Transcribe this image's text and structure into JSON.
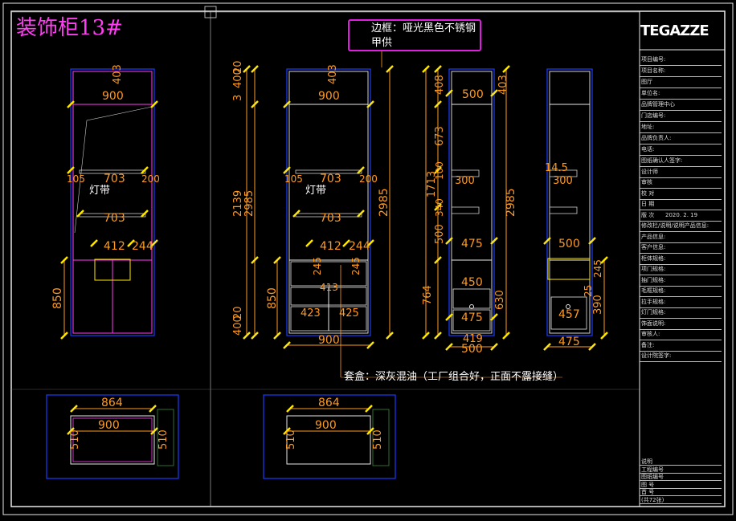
{
  "drawing": {
    "title": "装饰柜13#",
    "light_strip": "灯带",
    "frame_note_line1": "边框：哑光黑色不锈钢",
    "frame_note_line2": "甲供",
    "body_note": "套盒：深灰混油（工厂组合好，正面不露接缝）"
  },
  "colors": {
    "dim": "#ff9a1f",
    "tick": "#ffe600",
    "outline": "#ff3df2",
    "frame": "#1a3cff",
    "border": "#e8e8e8"
  },
  "dimensions": {
    "w900": "900",
    "w864": "864",
    "w703": "703",
    "w412": "412",
    "w244": "244",
    "w413": "413",
    "w423": "423",
    "w425": "425",
    "w500": "500",
    "w475": "475",
    "w450": "450",
    "w419": "419",
    "w457": "457",
    "w408": "408",
    "w673": "673",
    "w1713": "1713",
    "w2985": "2985",
    "w2139": "2139",
    "w850": "850",
    "w764": "764",
    "w403": "403",
    "w400": "400",
    "w20": "20",
    "w3": "3",
    "w100": "100",
    "w105": "105",
    "w200": "200",
    "w510": "510",
    "w20b": "20",
    "w14_5": "14.5",
    "w630": "630",
    "w390": "390",
    "w245": "245",
    "w25": "25",
    "w340": "340",
    "w245b": "245"
  },
  "title_block": {
    "logo": "TEGAZZE",
    "rows": [
      "项目编号:",
      "项目名称:",
      "图厅",
      "单位名:",
      "品牌管理中心",
      "门店编号:",
      "地址:",
      "品牌负责人:",
      "电话:",
      "图纸确认人签字:",
      "设计师",
      "审核",
      "校 对",
      "日 期",
      "版 次",
      "修改栏/说明/说明产品信息:",
      "产品信息:",
      "客户信息:",
      "柜体规格:",
      "项门规格:",
      "抽门规格:",
      "毛框规格:",
      "拉手规格:",
      "灯门规格:",
      "饰面说明:",
      "审核人:",
      "备注:",
      "设计院签字:"
    ],
    "date": "2020. 2. 19",
    "bottom": [
      "说明",
      "工程编号",
      "图纸编号",
      "图 号",
      "首 号",
      "(共72张)"
    ]
  }
}
